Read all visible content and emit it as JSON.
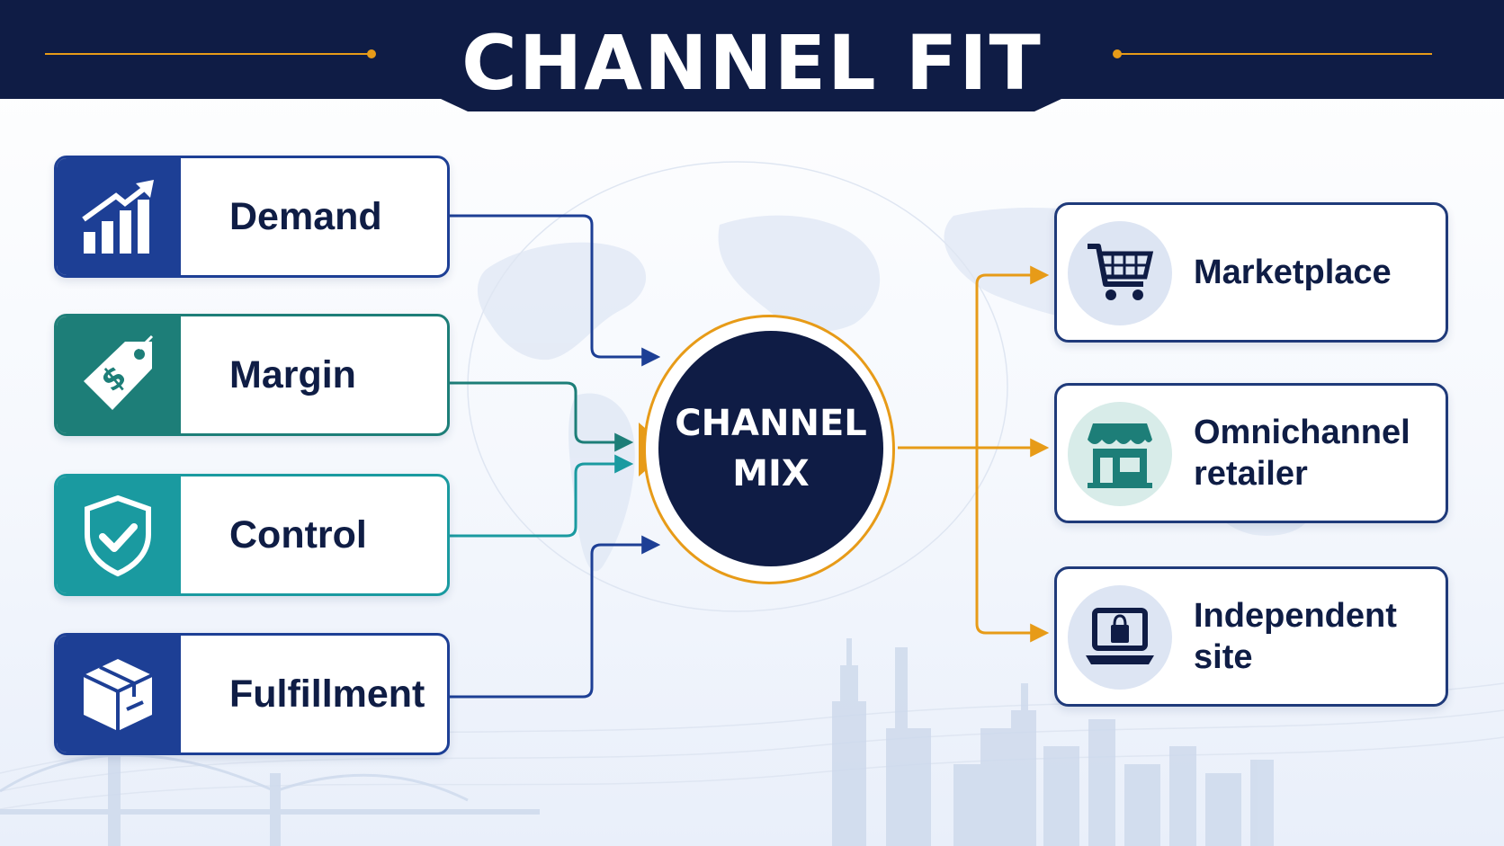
{
  "title": "CHANNEL FIT",
  "colors": {
    "navy": "#0f1c45",
    "accent_orange": "#e79b18",
    "blue": "#1d3f95",
    "teal_dark": "#1d7e78",
    "teal": "#1a9aa0"
  },
  "factors": [
    {
      "label": "Demand",
      "icon": "bar-chart-growth-icon",
      "color": "#1d3f95"
    },
    {
      "label": "Margin",
      "icon": "price-tag-dollar-icon",
      "color": "#1d7e78"
    },
    {
      "label": "Control",
      "icon": "shield-check-icon",
      "color": "#1a9aa0"
    },
    {
      "label": "Fulfillment",
      "icon": "package-box-icon",
      "color": "#1d3f95"
    }
  ],
  "hub": {
    "line1": "CHANNEL",
    "line2": "MIX"
  },
  "channels": [
    {
      "label": "Marketplace",
      "icon": "shopping-cart-icon"
    },
    {
      "label": "Omnichannel retailer",
      "icon": "storefront-icon"
    },
    {
      "label": "Independent site",
      "icon": "laptop-shopping-bag-icon"
    }
  ]
}
